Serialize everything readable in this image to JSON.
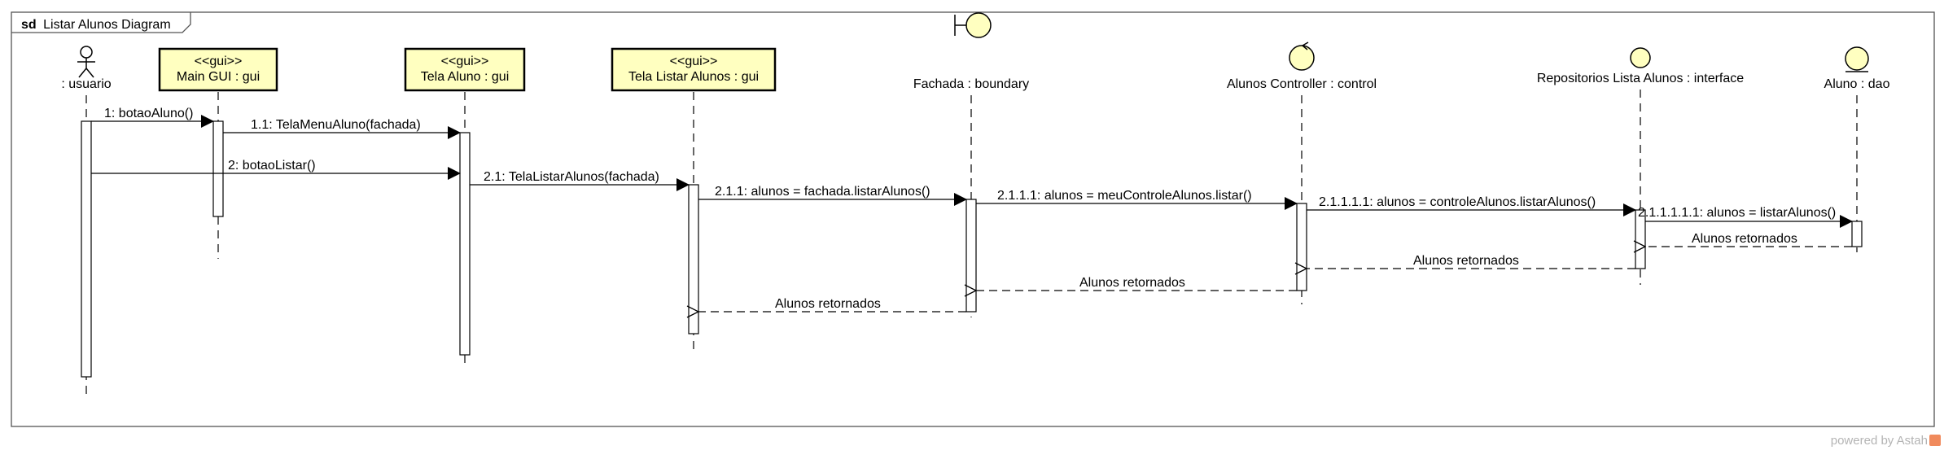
{
  "frame": {
    "keyword": "sd",
    "title": "Listar Alunos Diagram"
  },
  "participants": [
    {
      "id": "usuario",
      "kind": "actor",
      "label": ": usuario"
    },
    {
      "id": "maingui",
      "kind": "gui",
      "stereotype": "<<gui>>",
      "label": "Main GUI : gui"
    },
    {
      "id": "telaaluno",
      "kind": "gui",
      "stereotype": "<<gui>>",
      "label": "Tela Aluno : gui"
    },
    {
      "id": "telalistar",
      "kind": "gui",
      "stereotype": "<<gui>>",
      "label": "Tela Listar Alunos : gui"
    },
    {
      "id": "fachada",
      "kind": "boundary",
      "label": "Fachada : boundary"
    },
    {
      "id": "controller",
      "kind": "control",
      "label": "Alunos Controller : control"
    },
    {
      "id": "repo",
      "kind": "interface",
      "label": "Repositorios Lista Alunos : interface"
    },
    {
      "id": "dao",
      "kind": "entity",
      "label": "Aluno : dao"
    }
  ],
  "messages": [
    {
      "id": "m1",
      "from": "usuario",
      "to": "maingui",
      "type": "sync",
      "label": "1: botaoAluno()"
    },
    {
      "id": "m1_1",
      "from": "maingui",
      "to": "telaaluno",
      "type": "sync",
      "label": "1.1: TelaMenuAluno(fachada)"
    },
    {
      "id": "m2",
      "from": "usuario",
      "to": "telaaluno",
      "type": "sync",
      "label": "2: botaoListar()"
    },
    {
      "id": "m2_1",
      "from": "telaaluno",
      "to": "telalistar",
      "type": "sync",
      "label": "2.1: TelaListarAlunos(fachada)"
    },
    {
      "id": "m2_1_1",
      "from": "telalistar",
      "to": "fachada",
      "type": "sync",
      "label": "2.1.1: alunos = fachada.listarAlunos()"
    },
    {
      "id": "m2_1_1_1",
      "from": "fachada",
      "to": "controller",
      "type": "sync",
      "label": "2.1.1.1: alunos = meuControleAlunos.listar()"
    },
    {
      "id": "m2_1_1_1_1",
      "from": "controller",
      "to": "repo",
      "type": "sync",
      "label": "2.1.1.1.1: alunos = controleAlunos.listarAlunos()"
    },
    {
      "id": "m2_1_1_1_1_1",
      "from": "repo",
      "to": "dao",
      "type": "sync",
      "label": "2.1.1.1.1.1: alunos = listarAlunos()"
    },
    {
      "id": "r1",
      "from": "dao",
      "to": "repo",
      "type": "reply",
      "label": "Alunos retornados"
    },
    {
      "id": "r2",
      "from": "repo",
      "to": "controller",
      "type": "reply",
      "label": "Alunos retornados"
    },
    {
      "id": "r3",
      "from": "controller",
      "to": "fachada",
      "type": "reply",
      "label": "Alunos retornados"
    },
    {
      "id": "r4",
      "from": "fachada",
      "to": "telalistar",
      "type": "reply",
      "label": "Alunos retornados"
    }
  ],
  "watermark": "powered by Astah",
  "colors": {
    "gui_fill": "#ffffc0",
    "icon_fill": "#ffffc0",
    "line": "#000000",
    "frame": "#555555"
  }
}
